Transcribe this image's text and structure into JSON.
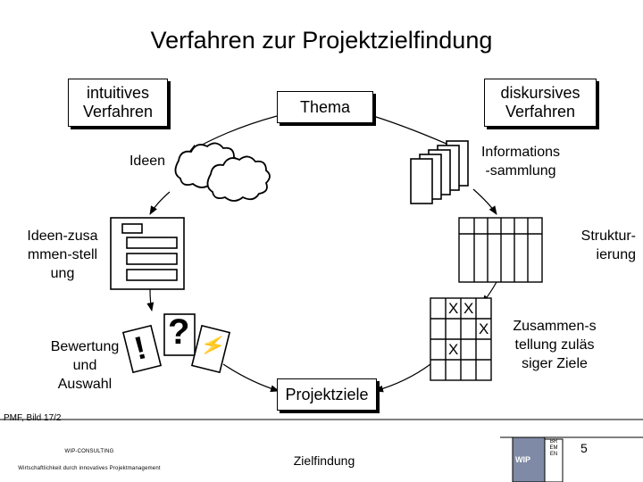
{
  "title": "Verfahren zur Projektzielfindung",
  "boxes": {
    "intuitive": "intuitives Verfahren",
    "topic": "Thema",
    "discursive": "diskursives Verfahren",
    "goals": "Projektziele"
  },
  "labels": {
    "ideas": "Ideen",
    "information": "Informations-sammlung",
    "idea_compilation": "Ideen-zusammen-stellung",
    "structuring": "Struktur-ierung",
    "evaluation": "Bewertung und Auswahl",
    "admissible": "Zusammen-stellung zulässiger Ziele"
  },
  "symbols": {
    "exclamation": "!",
    "question": "?",
    "lightning": "⚡",
    "matrix_marks": [
      "X",
      "X",
      "X",
      "X"
    ]
  },
  "footer": {
    "caption": "PMF, Bild 17/2",
    "company": "WIP-CONSULTING",
    "tagline": "Wirtschaftlichkeit durch innovatives Projektmanagement",
    "center": "Zielfindung",
    "page": "5",
    "logo_letters": "BREMEN",
    "logo_mark": "WIP"
  }
}
